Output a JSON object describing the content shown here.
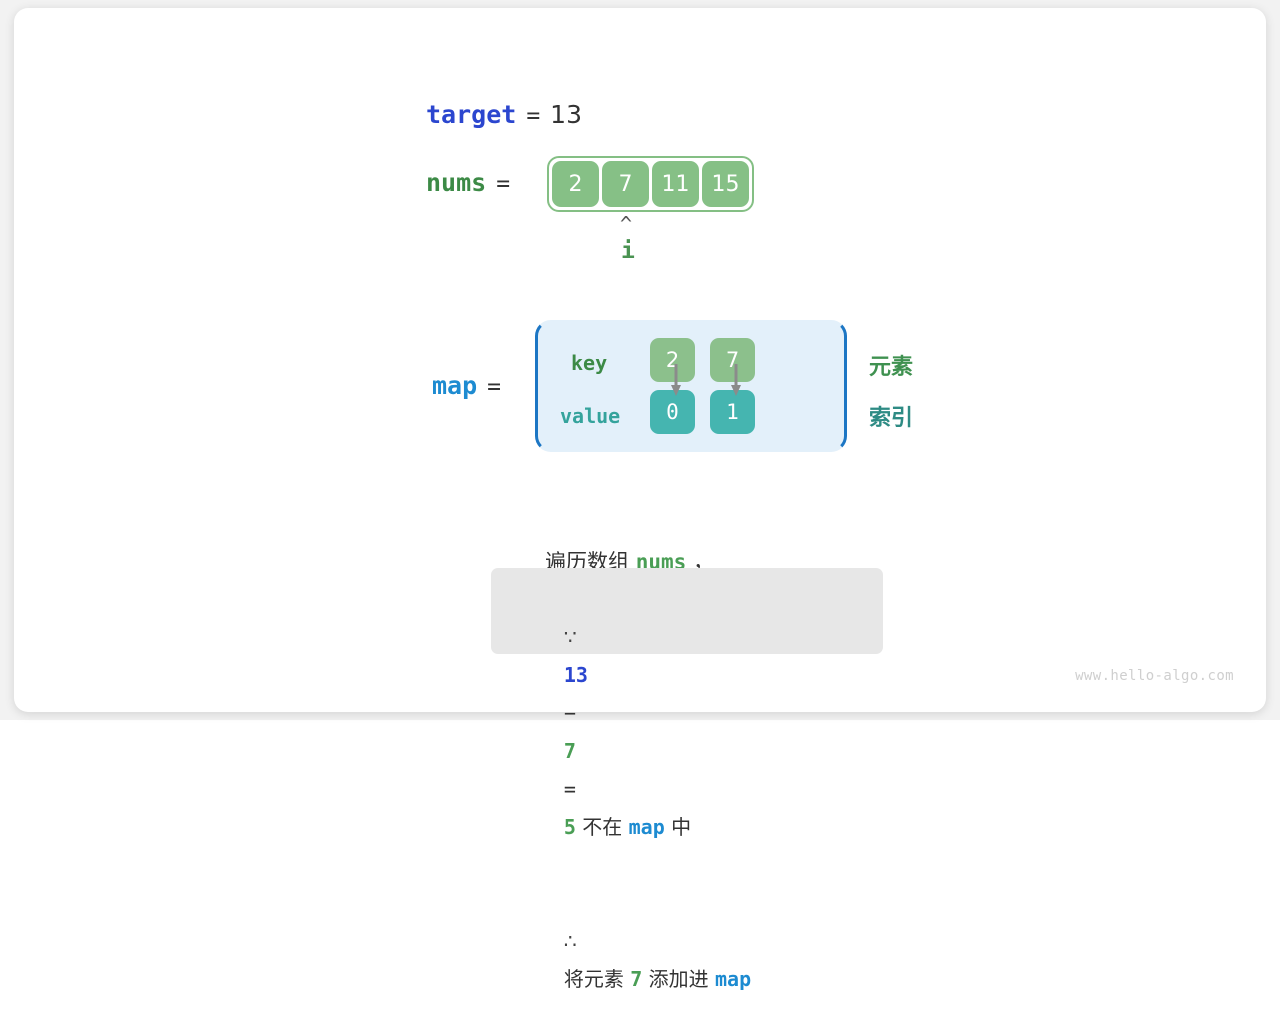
{
  "figure": {
    "watermark": "www.hello-algo.com"
  },
  "target": {
    "name": "target",
    "equals": "=",
    "value": "13"
  },
  "nums": {
    "name": "nums",
    "equals": "=",
    "cells": [
      "2",
      "7",
      "11",
      "15"
    ],
    "pointer": {
      "caret": "^",
      "label": "i",
      "index": 1
    }
  },
  "map": {
    "name": "map",
    "equals": "=",
    "key_label": "key",
    "value_label": "value",
    "entries": [
      {
        "key": "2",
        "value": "0"
      },
      {
        "key": "7",
        "value": "1"
      }
    ],
    "annotations": {
      "key_row": "元素",
      "value_row": "索引"
    }
  },
  "explanation": {
    "line": {
      "prefix": "遍历数组 ",
      "keyword": "nums",
      "suffix": " ，"
    },
    "note": {
      "line1": {
        "symbol": "∵",
        "target": "13",
        "minus": "−",
        "current": "7",
        "equals": "=",
        "complement": "5",
        "text_mid": " 不在 ",
        "map": "map",
        "text_end": " 中"
      },
      "line2": {
        "symbol": "∴",
        "text_start": "将元素 ",
        "current": "7",
        "text_mid": " 添加进 ",
        "map": "map"
      }
    }
  },
  "colors": {
    "array_cell": "#86c086",
    "array_border": "#84bf84",
    "map_fill": "#e3f0fa",
    "map_border": "#1c76c4",
    "value_cell": "#45b5b0",
    "target_var": "#2b46cf",
    "map_var": "#1d8bd1",
    "green_var": "#3c8a46",
    "note_bg": "#e7e7e7"
  }
}
